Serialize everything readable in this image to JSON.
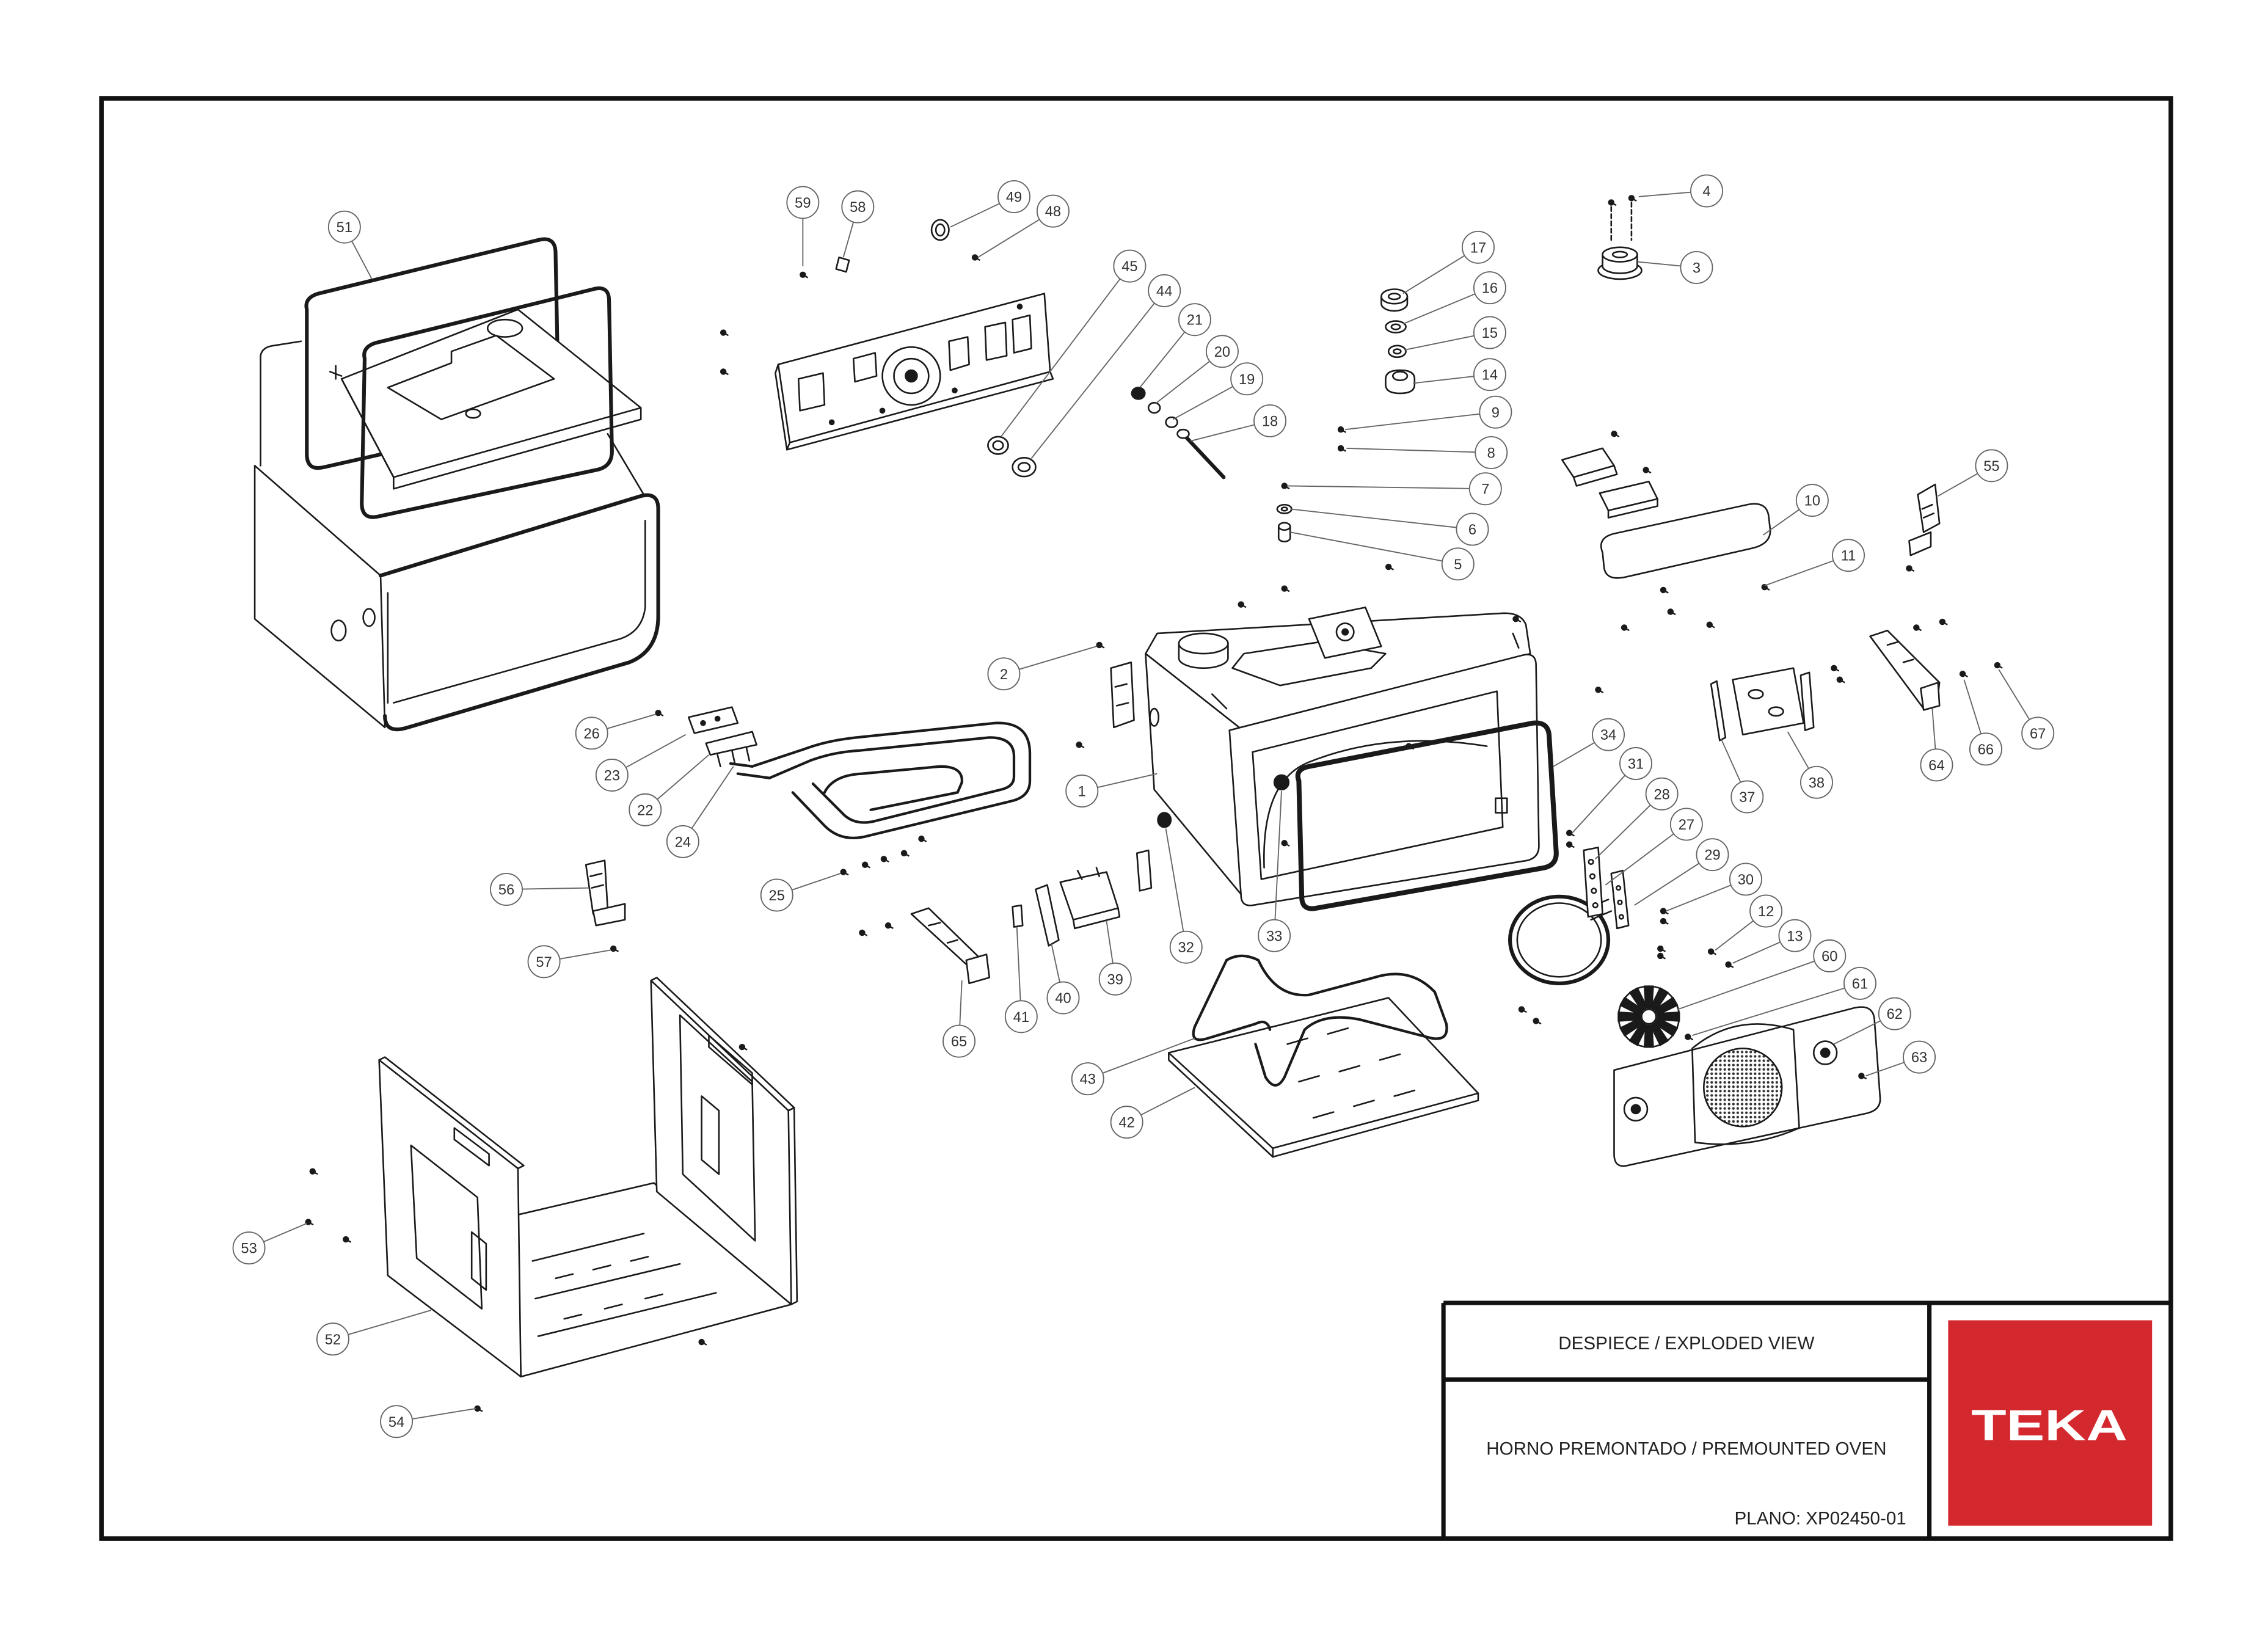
{
  "title_block": {
    "title": "DESPIECE / EXPLODED VIEW",
    "description": "HORNO PREMONTADO / PREMOUNTED OVEN",
    "drawing_number": "PLANO: XP02450-01"
  },
  "brand": {
    "logo_text": "TEKA",
    "color": "#d3282e"
  },
  "colors": {
    "line": "#1a1a1a",
    "callout": "#666666",
    "background": "#ffffff"
  },
  "callouts": [
    "51",
    "59",
    "58",
    "49",
    "48",
    "45",
    "44",
    "21",
    "20",
    "19",
    "18",
    "17",
    "16",
    "15",
    "14",
    "9",
    "8",
    "7",
    "6",
    "5",
    "4",
    "3",
    "10",
    "11",
    "55",
    "2",
    "1",
    "26",
    "23",
    "22",
    "24",
    "25",
    "56",
    "57",
    "65",
    "41",
    "40",
    "39",
    "32",
    "33",
    "34",
    "31",
    "28",
    "27",
    "29",
    "30",
    "12",
    "13",
    "60",
    "61",
    "62",
    "63",
    "37",
    "38",
    "64",
    "66",
    "67",
    "43",
    "42",
    "53",
    "52",
    "54"
  ]
}
